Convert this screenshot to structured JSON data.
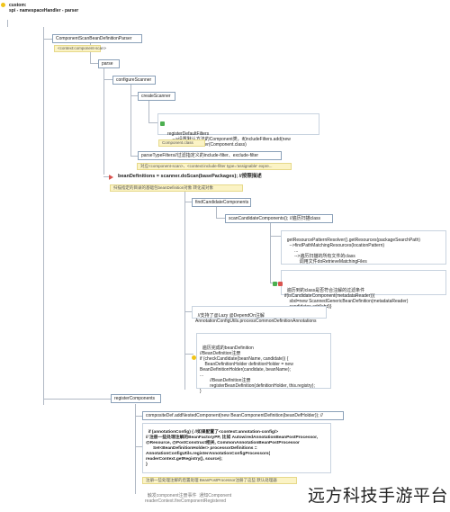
{
  "root": {
    "line1": "custom:",
    "line2": "spi - namespaceHandler - parser"
  },
  "nodes": {
    "component_scan_parser": "ComponentScanBeanDefinitionParser",
    "note_scan_tag": "<context:component-scan>",
    "parse": "parse",
    "configure_scanner": "configureScanner",
    "create_scanner": "createScanner",
    "register_filters": "registerDefaultFilters\n    -->设置默认方法的Component类，if(includeFilters.add(new\nAnnotationTypeFilter(Component.class)",
    "note_component_class": "Component.class",
    "parse_type_filters": "parseTypeFilters//过滤指定义的include-filter、exclude-filter",
    "note_filter": "对应<component-scan>、<context:include-filter type='assignable' expre...",
    "bean_definitions": "beanDefinitions = scanner.doScan(basePackages); //按照描述",
    "note_scan": "扫描指定的目录的基础包beanDefinition对象 转化成对象",
    "find_candidate": "findCandidateComponents",
    "scan_candidate": "scanCandidateComponents(); //遍历扫描class",
    "resource_resolver": "getResourcePatternResolver().getResources(packageSearchPath)\n    -->findPathMatchingResources(locationPattern)\n        ...\n        -->遍历扫描的所有文件的class\n            调用文件doRetrieveMatchingFiles",
    "is_candidate": "遍历到的class是否符合注解的过滤条件\nif(isCandidateComponent(metadataReader)){\n    sbd=new ScannedGenericBeanDefinition(metadataReader)\n    candidates.add(sbd)}",
    "process_common": "//支持了@Lazy @DependOn注解\nAnnotationConfigUtils.processCommonDefinitionAnnotations",
    "register_bean": "遍历完成的beanDefinition\n//BeanDefinition注册\nif (checkCandidate(beanName, candidate)) {\n    BeanDefinitionHolder definitionHolder = new\nBeanDefinitionHolder(candidate, beanName);\n...\n        //BeanDefinition注册\n        registerBeanDefinition(definitionHolder, this.registry);\n}",
    "register_components": "registerComponents",
    "composite_def": "compositeDef.addNestedComponent(new BeanComponentDefinition(beanDefHolder)); //",
    "annotation_config": "if (annotationConfig) { //如果配置了<context:annotation-config/>\n// 注册一些处理注解的BeanFactoryPP, 比如 AutowiredAnnotationBeanPostProcessor,\n@Resource, @PostConstruct相关, CommonAnnotationBeanPostProcessor\n      Set<BeanDefinitionHolder> processorDefinitions =\nAnnotationConfigUtils.registerAnnotationConfigProcessors(\nreaderContext.getRegistry(), source);\n}",
    "note_final": "注册一些处理注解的后置处理 BeanPostProcessor注册了这些 默认处理器",
    "bottom_text": "触发component注册事件  通知Component\nreaderContext.fireComponentRegistered"
  },
  "watermark": "远方科技手游平台"
}
